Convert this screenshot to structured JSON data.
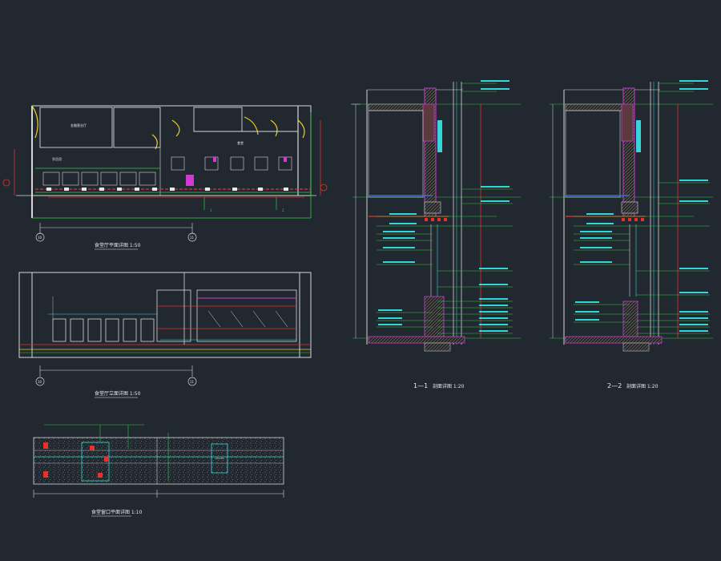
{
  "colors": {
    "background": "#212830",
    "line_white": "#d8d8d8",
    "line_green": "#2ecc40",
    "line_red": "#e8302c",
    "line_cyan": "#35d6d6",
    "line_magenta": "#d03ad0",
    "line_yellow": "#e8d020",
    "line_blue": "#3a6ad8"
  },
  "drawings": {
    "plan": {
      "title": "食堂厅平面详图 1:50",
      "grid_left": "10",
      "grid_right": "11",
      "room_labels": [
        "金融营业厅",
        "学员用",
        "食堂"
      ],
      "section_marks": [
        "1",
        "2"
      ]
    },
    "elevation": {
      "title": "食堂厅立面详图 1:50",
      "grid_left": "10",
      "grid_right": "11"
    },
    "section_1": {
      "title_num": "1—1",
      "title_text": "剖面详图 1:20"
    },
    "section_2": {
      "title_num": "2—2",
      "title_text": "剖面详图 1:20"
    },
    "window_plan": {
      "title": "食堂窗口平面详图 1:10"
    }
  }
}
